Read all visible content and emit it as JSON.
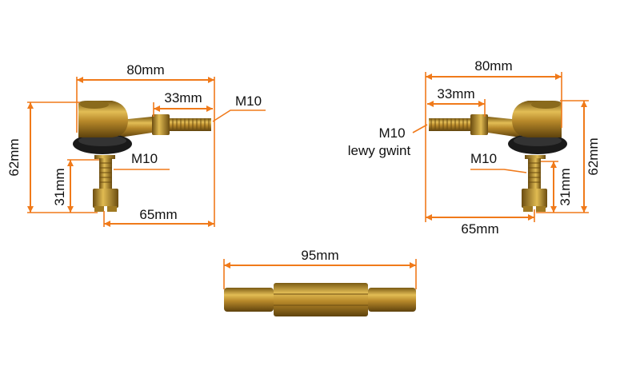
{
  "accent_color": "#f07a1a",
  "metal_color": "#c99a2e",
  "left_part": {
    "width_label": "80mm",
    "stud_label": "33mm",
    "thread_label": "M10",
    "height_label": "62mm",
    "pin_thread_label": "M10",
    "pin_height_label": "31mm",
    "base_label": "65mm"
  },
  "right_part": {
    "width_label": "80mm",
    "stud_label": "33mm",
    "thread_label": "M10",
    "thread_note": "lewy gwint",
    "height_label": "62mm",
    "pin_thread_label": "M10",
    "pin_height_label": "31mm",
    "base_label": "65mm"
  },
  "rod": {
    "length_label": "95mm"
  }
}
